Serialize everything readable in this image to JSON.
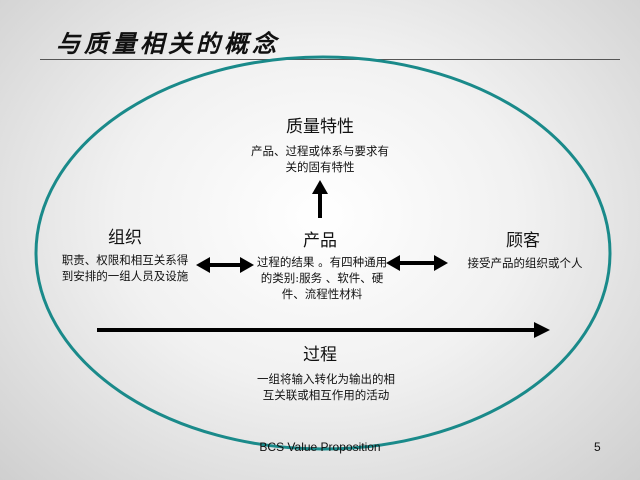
{
  "title": "与质量相关的概念",
  "nodes": {
    "quality_characteristics": {
      "heading": "质量特性",
      "description": "产品、过程或体系与要求有关的固有特性"
    },
    "organization": {
      "heading": "组织",
      "description": "职责、权限和相互关系得到安排的一组人员及设施"
    },
    "product": {
      "heading": "产品",
      "description": "过程的结果 。有四种通用的类别:服务 、软件、硬件、流程性材料"
    },
    "customer": {
      "heading": "顾客",
      "description": "接受产品的组织或个人"
    },
    "process": {
      "heading": "过程",
      "description": "一组将输入转化为输出的相互关联或相互作用的活动"
    }
  },
  "colors": {
    "ellipse": "#1a8a8a",
    "arrow": "#000000"
  },
  "footer": {
    "text": "BCS Value Proposition",
    "page_number": "5"
  }
}
